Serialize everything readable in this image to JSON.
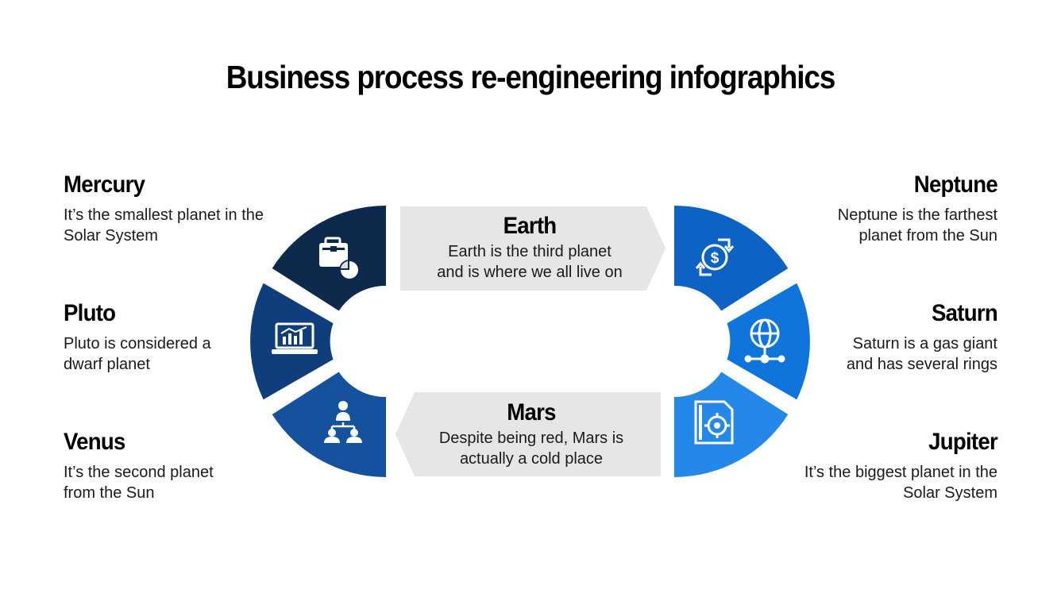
{
  "title": "Business process re-engineering infographics",
  "colors": {
    "navy_dark": "#0d2a4c",
    "navy": "#103e7d",
    "blue_mid": "#14529e",
    "blue_neptune": "#0c63c4",
    "blue_saturn": "#0f74dc",
    "blue_jupiter": "#2388e8",
    "banner_gray": "#e6e6e6",
    "icon_white": "#ffffff"
  },
  "left_items": [
    {
      "title": "Mercury",
      "text": "It’s the smallest planet in the Solar System",
      "icon": "briefcase-chart-icon"
    },
    {
      "title": "Pluto",
      "text": "Pluto is considered a dwarf planet",
      "icon": "laptop-chart-icon"
    },
    {
      "title": "Venus",
      "text": "It’s the second planet from the Sun",
      "icon": "team-hierarchy-icon"
    }
  ],
  "right_items": [
    {
      "title": "Neptune",
      "text": "Neptune is the farthest planet from the Sun",
      "icon": "dollar-cycle-icon"
    },
    {
      "title": "Saturn",
      "text": "Saturn is a gas giant and has several rings",
      "icon": "globe-network-icon"
    },
    {
      "title": "Jupiter",
      "text": "It’s the biggest planet in the Solar System",
      "icon": "document-target-icon"
    }
  ],
  "center": {
    "top": {
      "title": "Earth",
      "text": "Earth is the third planet and is where we all live on"
    },
    "bottom": {
      "title": "Mars",
      "text": "Despite being red, Mars is actually a cold place"
    }
  }
}
